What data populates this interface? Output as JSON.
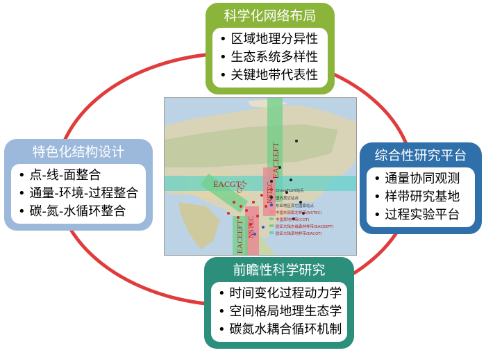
{
  "panels": {
    "top": {
      "title": "科学化网络布局",
      "items": [
        "区域地理分异性",
        "生态系统多样性",
        "关键地带代表性"
      ]
    },
    "left": {
      "title": "特色化结构设计",
      "items": [
        "点-线-面整合",
        "通量-环境-过程整合",
        "碳-氮-水循环整合"
      ]
    },
    "right": {
      "title": "综合性研究平台",
      "items": [
        "通量协同观测",
        "样带研究基地",
        "过程实验平台"
      ]
    },
    "bottom": {
      "title": "前瞻性科学研究",
      "items": [
        "时间变化过程动力学",
        "空间格局地理生态学",
        "碳氮水耦合循环机制"
      ]
    }
  },
  "map": {
    "labels": {
      "eaceeft_north": "EACEEFT",
      "eacgt": "EACGT",
      "cgt": "CGT",
      "nstec_right": "NSTEC",
      "nstec_left": "NSTEC",
      "eaceeft_south": "EACEEFT"
    },
    "legend": [
      "ChinaFLUX站点",
      "国内其它站点",
      "东亚地区其它国家站点",
      "中国东部南北样带(NSTEC)",
      "中国草地样带(CGT)",
      "欧亚大陆东缘森林样带(EACEEFT)",
      "欧亚大陆草地样带(EACGT)"
    ],
    "colors": {
      "ring": "#e03c3c",
      "green_band": "#6fd08a",
      "pink_band": "#e88a94",
      "teal_band": "#5fd1c6"
    }
  }
}
